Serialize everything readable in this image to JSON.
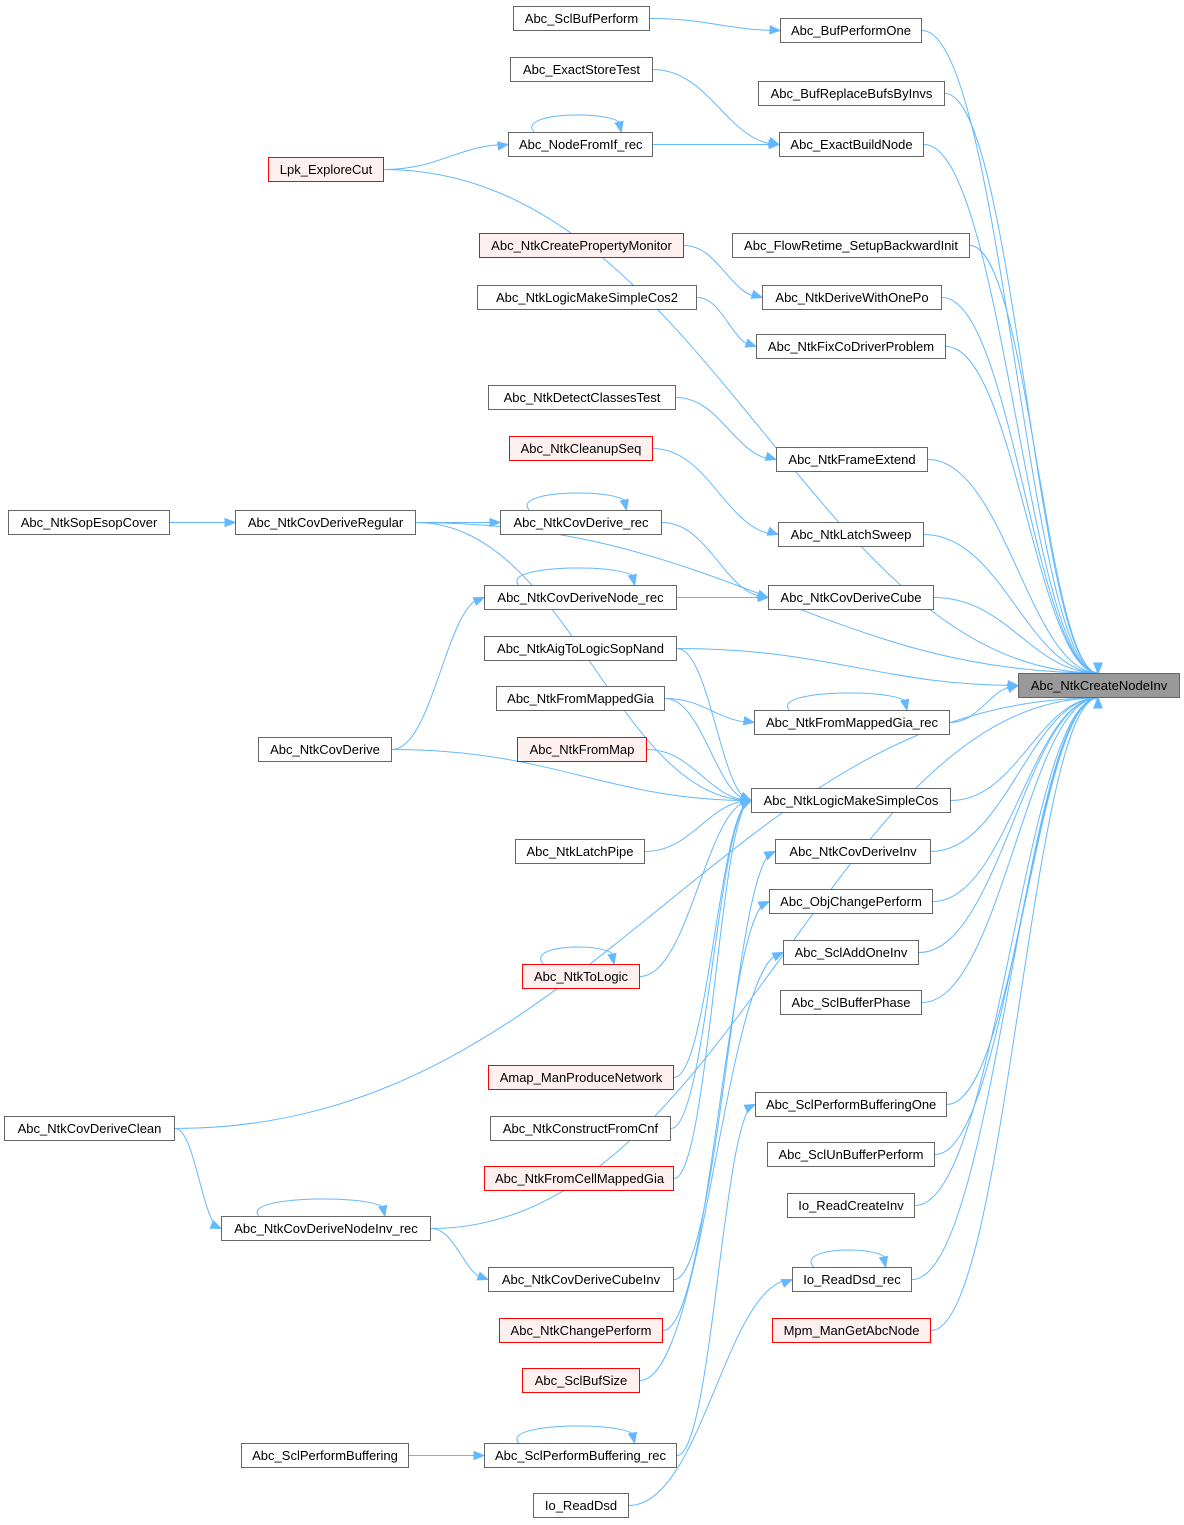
{
  "graph": {
    "title": "Abc_NtkCreateNodeInv caller graph",
    "root": "Abc_NtkCreateNodeInv",
    "colors": {
      "edge": "#63b8ff",
      "node_border": "#666666",
      "undocumented_border": "#ff0000",
      "undocumented_fill": "#fff0f0",
      "root_fill": "#999999"
    },
    "nodes": [
      {
        "id": "root",
        "label": "Abc_NtkCreateNodeInv",
        "kind": "root"
      },
      {
        "id": "n1",
        "label": "Abc_SclBufPerform",
        "kind": "normal"
      },
      {
        "id": "n2",
        "label": "Abc_BufPerformOne",
        "kind": "normal"
      },
      {
        "id": "n3",
        "label": "Abc_ExactStoreTest",
        "kind": "normal"
      },
      {
        "id": "n4",
        "label": "Abc_BufReplaceBufsByInvs",
        "kind": "normal"
      },
      {
        "id": "n5",
        "label": "Abc_NodeFromIf_rec",
        "kind": "normal"
      },
      {
        "id": "n6",
        "label": "Abc_ExactBuildNode",
        "kind": "normal"
      },
      {
        "id": "n7",
        "label": "Lpk_ExploreCut",
        "kind": "red"
      },
      {
        "id": "n8",
        "label": "Abc_NtkCreatePropertyMonitor",
        "kind": "red"
      },
      {
        "id": "n9",
        "label": "Abc_FlowRetime_SetupBackwardInit",
        "kind": "normal"
      },
      {
        "id": "n10",
        "label": "Abc_NtkDeriveWithOnePo",
        "kind": "normal"
      },
      {
        "id": "n11",
        "label": "Abc_NtkLogicMakeSimpleCos2",
        "kind": "normal"
      },
      {
        "id": "n12",
        "label": "Abc_NtkFixCoDriverProblem",
        "kind": "normal"
      },
      {
        "id": "n13",
        "label": "Abc_NtkDetectClassesTest",
        "kind": "normal"
      },
      {
        "id": "n14",
        "label": "Abc_NtkFrameExtend",
        "kind": "normal"
      },
      {
        "id": "n15",
        "label": "Abc_NtkCleanupSeq",
        "kind": "red"
      },
      {
        "id": "n16",
        "label": "Abc_NtkLatchSweep",
        "kind": "normal"
      },
      {
        "id": "n17",
        "label": "Abc_NtkSopEsopCover",
        "kind": "normal"
      },
      {
        "id": "n18",
        "label": "Abc_NtkCovDeriveRegular",
        "kind": "normal"
      },
      {
        "id": "n19",
        "label": "Abc_NtkCovDerive_rec",
        "kind": "normal"
      },
      {
        "id": "n20",
        "label": "Abc_NtkCovDeriveNode_rec",
        "kind": "normal"
      },
      {
        "id": "n21",
        "label": "Abc_NtkCovDeriveCube",
        "kind": "normal"
      },
      {
        "id": "n22",
        "label": "Abc_NtkAigToLogicSopNand",
        "kind": "normal"
      },
      {
        "id": "n23",
        "label": "Abc_NtkFromMappedGia",
        "kind": "normal"
      },
      {
        "id": "n24",
        "label": "Abc_NtkFromMappedGia_rec",
        "kind": "normal"
      },
      {
        "id": "n25",
        "label": "Abc_NtkCovDerive",
        "kind": "normal"
      },
      {
        "id": "n26",
        "label": "Abc_NtkFromMap",
        "kind": "red"
      },
      {
        "id": "n27",
        "label": "Abc_NtkLogicMakeSimpleCos",
        "kind": "normal"
      },
      {
        "id": "n28",
        "label": "Abc_NtkLatchPipe",
        "kind": "normal"
      },
      {
        "id": "n29",
        "label": "Abc_NtkCovDeriveInv",
        "kind": "normal"
      },
      {
        "id": "n30",
        "label": "Abc_ObjChangePerform",
        "kind": "normal"
      },
      {
        "id": "n31",
        "label": "Abc_NtkToLogic",
        "kind": "red"
      },
      {
        "id": "n32",
        "label": "Abc_SclAddOneInv",
        "kind": "normal"
      },
      {
        "id": "n33",
        "label": "Abc_SclBufferPhase",
        "kind": "normal"
      },
      {
        "id": "n34",
        "label": "Amap_ManProduceNetwork",
        "kind": "red"
      },
      {
        "id": "n35",
        "label": "Abc_NtkCovDeriveClean",
        "kind": "normal"
      },
      {
        "id": "n36",
        "label": "Abc_NtkConstructFromCnf",
        "kind": "normal"
      },
      {
        "id": "n37",
        "label": "Abc_SclPerformBufferingOne",
        "kind": "normal"
      },
      {
        "id": "n38",
        "label": "Abc_NtkFromCellMappedGia",
        "kind": "red"
      },
      {
        "id": "n39",
        "label": "Abc_SclUnBufferPerform",
        "kind": "normal"
      },
      {
        "id": "n40",
        "label": "Abc_NtkCovDeriveNodeInv_rec",
        "kind": "normal"
      },
      {
        "id": "n41",
        "label": "Io_ReadCreateInv",
        "kind": "normal"
      },
      {
        "id": "n42",
        "label": "Abc_NtkCovDeriveCubeInv",
        "kind": "normal"
      },
      {
        "id": "n43",
        "label": "Io_ReadDsd_rec",
        "kind": "normal"
      },
      {
        "id": "n44",
        "label": "Abc_NtkChangePerform",
        "kind": "red"
      },
      {
        "id": "n45",
        "label": "Mpm_ManGetAbcNode",
        "kind": "red"
      },
      {
        "id": "n46",
        "label": "Abc_SclBufSize",
        "kind": "red"
      },
      {
        "id": "n47",
        "label": "Abc_SclPerformBuffering",
        "kind": "normal"
      },
      {
        "id": "n48",
        "label": "Abc_SclPerformBuffering_rec",
        "kind": "normal"
      },
      {
        "id": "n49",
        "label": "Io_ReadDsd",
        "kind": "normal"
      }
    ],
    "edges": [
      [
        "n1",
        "n2"
      ],
      [
        "n2",
        "root"
      ],
      [
        "n3",
        "n6"
      ],
      [
        "n4",
        "root"
      ],
      [
        "n5",
        "n5"
      ],
      [
        "n5",
        "n6"
      ],
      [
        "n6",
        "root"
      ],
      [
        "n7",
        "n5"
      ],
      [
        "n7",
        "root"
      ],
      [
        "n8",
        "n10"
      ],
      [
        "n9",
        "root"
      ],
      [
        "n10",
        "root"
      ],
      [
        "n11",
        "n12"
      ],
      [
        "n12",
        "root"
      ],
      [
        "n13",
        "n14"
      ],
      [
        "n14",
        "root"
      ],
      [
        "n15",
        "n16"
      ],
      [
        "n16",
        "root"
      ],
      [
        "n17",
        "n18"
      ],
      [
        "n18",
        "n19"
      ],
      [
        "n18",
        "root"
      ],
      [
        "n18",
        "n27"
      ],
      [
        "n19",
        "n19"
      ],
      [
        "n19",
        "n21"
      ],
      [
        "n20",
        "n20"
      ],
      [
        "n20",
        "n21"
      ],
      [
        "n21",
        "root"
      ],
      [
        "n22",
        "root"
      ],
      [
        "n22",
        "n27"
      ],
      [
        "n23",
        "n24"
      ],
      [
        "n23",
        "n27"
      ],
      [
        "n24",
        "n24"
      ],
      [
        "n24",
        "root"
      ],
      [
        "n25",
        "n20"
      ],
      [
        "n25",
        "n27"
      ],
      [
        "n26",
        "n27"
      ],
      [
        "n27",
        "root"
      ],
      [
        "n28",
        "n27"
      ],
      [
        "n29",
        "root"
      ],
      [
        "n30",
        "root"
      ],
      [
        "n31",
        "n31"
      ],
      [
        "n31",
        "n27"
      ],
      [
        "n32",
        "root"
      ],
      [
        "n33",
        "root"
      ],
      [
        "n34",
        "n27"
      ],
      [
        "n35",
        "root"
      ],
      [
        "n35",
        "n40"
      ],
      [
        "n36",
        "n27"
      ],
      [
        "n37",
        "root"
      ],
      [
        "n38",
        "n27"
      ],
      [
        "n39",
        "root"
      ],
      [
        "n40",
        "n40"
      ],
      [
        "n40",
        "root"
      ],
      [
        "n40",
        "n42"
      ],
      [
        "n41",
        "root"
      ],
      [
        "n42",
        "n29"
      ],
      [
        "n43",
        "n43"
      ],
      [
        "n43",
        "root"
      ],
      [
        "n44",
        "n30"
      ],
      [
        "n45",
        "root"
      ],
      [
        "n46",
        "n32"
      ],
      [
        "n47",
        "n48"
      ],
      [
        "n48",
        "n48"
      ],
      [
        "n48",
        "n37"
      ],
      [
        "n49",
        "n43"
      ]
    ]
  }
}
